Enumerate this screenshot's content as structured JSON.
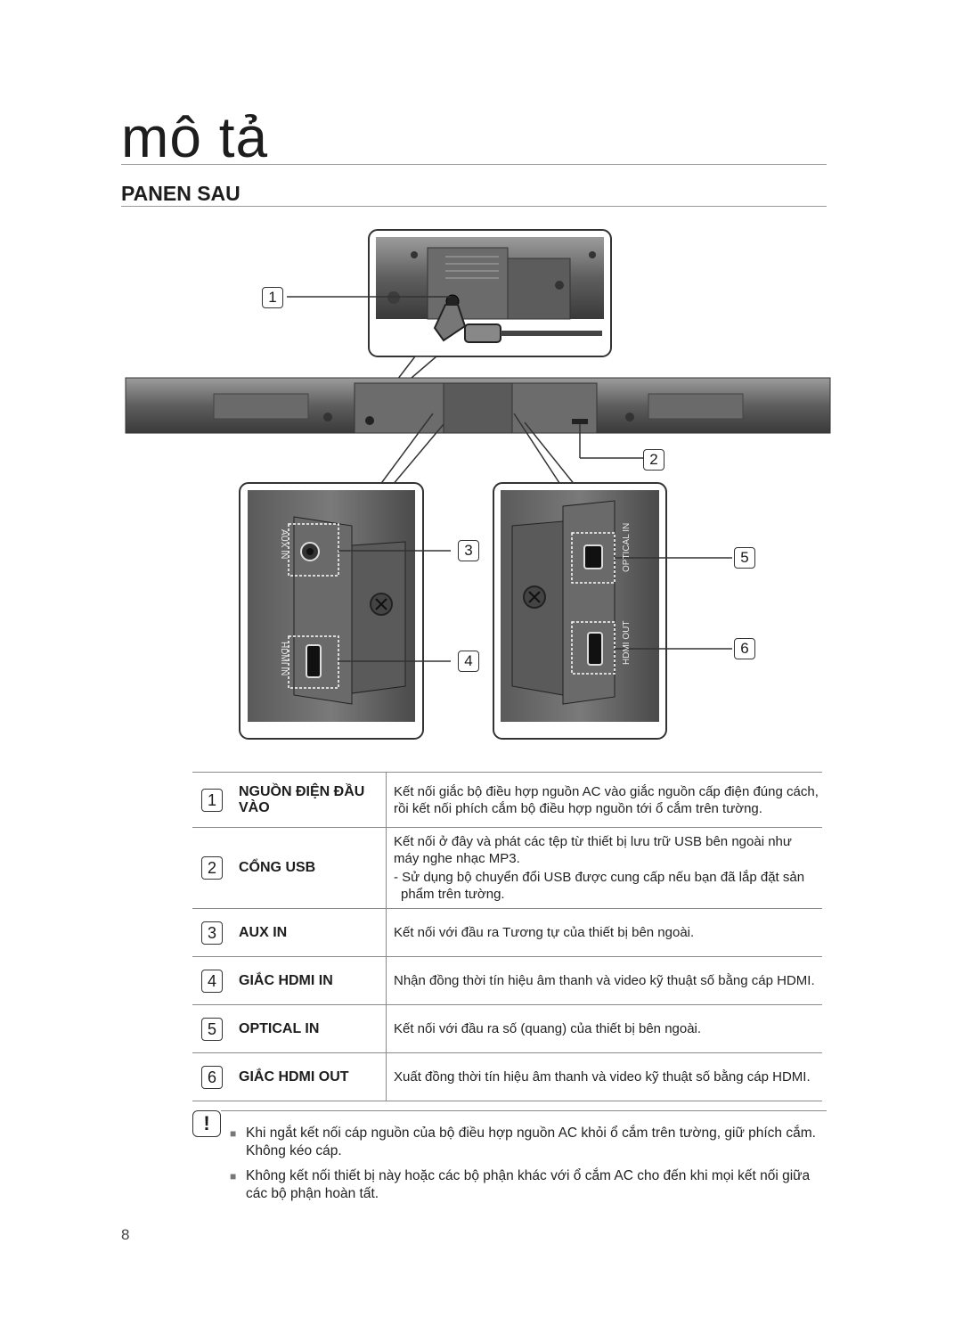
{
  "title": "mô tả",
  "section": "PANEN SAU",
  "diagram": {
    "port_labels": {
      "aux_in": "AUX IN",
      "hdmi_in": "HDMI IN",
      "optical_in": "OPTICAL IN",
      "hdmi_out": "HDMI OUT"
    },
    "callouts": [
      "1",
      "2",
      "3",
      "4",
      "5",
      "6"
    ]
  },
  "table": {
    "rows": [
      {
        "num": "1",
        "label": "NGUỒN ĐIỆN ĐẦU VÀO",
        "desc": "Kết nối giắc bộ điều hợp nguồn AC vào giắc nguồn cấp điện đúng cách, rồi kết nối phích cắm bộ điều hợp nguồn tới ổ cắm trên tường."
      },
      {
        "num": "2",
        "label": "CỔNG USB",
        "desc": "Kết nối ở đây và phát các tệp từ thiết bị lưu trữ USB bên ngoài như máy nghe nhạc MP3.",
        "note": "- Sử dụng bộ chuyển đổi USB được cung cấp nếu bạn đã lắp đặt sản phẩm trên tường."
      },
      {
        "num": "3",
        "label": "AUX IN",
        "desc": "Kết nối với đầu ra Tương tự của thiết bị bên ngoài."
      },
      {
        "num": "4",
        "label": "GIẮC HDMI IN",
        "desc": "Nhận đồng thời tín hiệu âm thanh và video kỹ thuật số bằng cáp HDMI."
      },
      {
        "num": "5",
        "label": "OPTICAL IN",
        "desc": "Kết nối với đầu ra số (quang) của thiết bị bên ngoài."
      },
      {
        "num": "6",
        "label": "GIẮC HDMI OUT",
        "desc": "Xuất đồng thời tín hiệu âm thanh và video kỹ thuật số bằng cáp HDMI."
      }
    ]
  },
  "notes": {
    "icon": "!",
    "items": [
      "Khi ngắt kết nối cáp nguồn của bộ điều hợp nguồn AC khỏi ổ cắm trên tường, giữ phích cắm. Không kéo cáp.",
      "Không kết nối thiết bị này hoặc các bộ phận khác với ổ cắm AC cho đến khi mọi kết nối giữa các bộ phận hoàn tất."
    ]
  },
  "page_number": "8"
}
